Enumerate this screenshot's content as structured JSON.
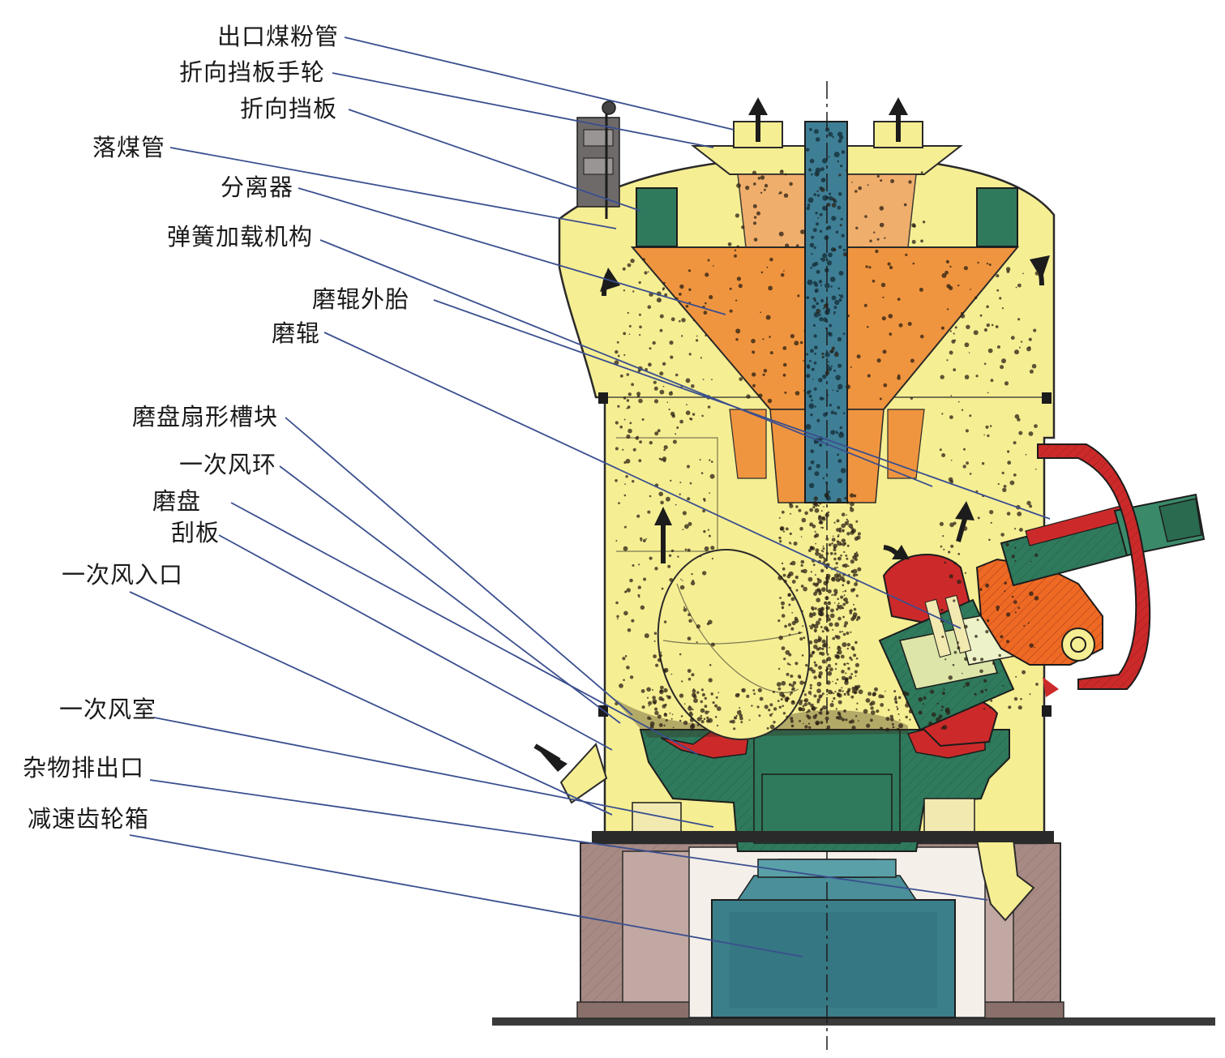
{
  "labels": [
    {
      "id": "outlet-pipe",
      "text": "出口煤粉管"
    },
    {
      "id": "deflector-handwheel",
      "text": "折向挡板手轮"
    },
    {
      "id": "deflector",
      "text": "折向挡板"
    },
    {
      "id": "coal-drop-pipe",
      "text": "落煤管"
    },
    {
      "id": "separator",
      "text": "分离器"
    },
    {
      "id": "spring-loading",
      "text": "弹簧加载机构"
    },
    {
      "id": "roller-tire",
      "text": "磨辊外胎"
    },
    {
      "id": "roller",
      "text": "磨辊"
    },
    {
      "id": "table-segment",
      "text": "磨盘扇形槽块"
    },
    {
      "id": "air-ring",
      "text": "一次风环"
    },
    {
      "id": "table",
      "text": "磨盘"
    },
    {
      "id": "scraper",
      "text": "刮板"
    },
    {
      "id": "air-inlet",
      "text": "一次风入口"
    },
    {
      "id": "air-chamber",
      "text": "一次风室"
    },
    {
      "id": "reject-outlet",
      "text": "杂物排出口"
    },
    {
      "id": "gearbox",
      "text": "减速齿轮箱"
    }
  ],
  "colors": {
    "shell": "#f6ee93",
    "cone": "#f0953f",
    "pipe": "#3f7f96",
    "green": "#2f7a5c",
    "red": "#cc2a2a",
    "orange": "#ee6a24",
    "base": "#a88a84",
    "gearbox": "#3b7f8a",
    "leader": "#3a4f8f"
  }
}
